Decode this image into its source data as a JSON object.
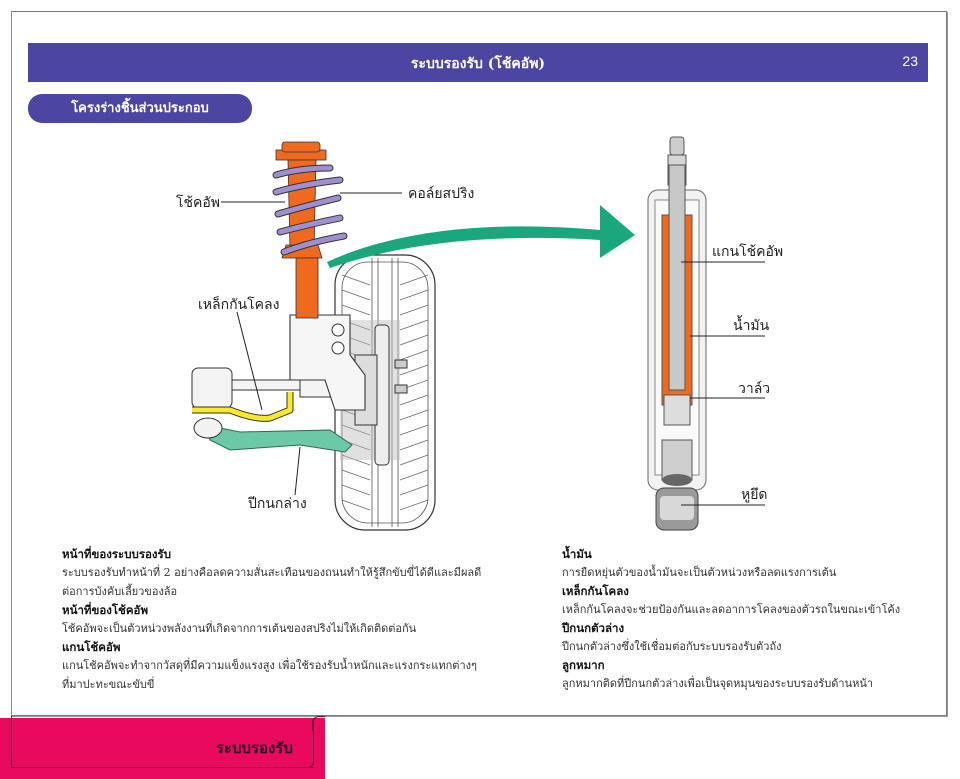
{
  "header": {
    "title": "ระบบรองรับ (โช้คอัพ)",
    "page_number": "23"
  },
  "section": {
    "title": "โครงร่างชิ้นส่วนประกอบ"
  },
  "diagram": {
    "left_labels": {
      "shock_absorber": "โช้คอัพ",
      "coil_spring": "คอล์ยสปริง",
      "stabilizer_bar": "เหล็กกันโคลง",
      "lower_arm": "ปีกนกล่าง"
    },
    "right_labels": {
      "piston_rod": "แกนโช้คอัพ",
      "oil": "น้ำมัน",
      "valve": "วาล์ว",
      "mounting_eye": "หูยึด"
    },
    "colors": {
      "strut": "#ef6a1f",
      "spring": "#a08fd0",
      "stabilizer": "#f5e92a",
      "lower_arm": "#6cc9a8",
      "arrow": "#1aa77d",
      "oil": "#ef6a1f"
    }
  },
  "left_column": [
    {
      "heading": "หน้าที่ของระบบรองรับ",
      "body": "ระบบรองรับทำหน้าที่ 2 อย่างคือลดความสั่นสะเทือนของถนนทำให้รู้สึกขับขี่ได้ดีและมีผลดีต่อการบังคับเลี้ยวของล้อ"
    },
    {
      "heading": "หน้าที่ของโช้คอัพ",
      "body": "โช้คอัพจะเป็นตัวหน่วงพลังงานที่เกิดจากการเต้นของสปริงไม่ให้เกิดติดต่อกัน"
    },
    {
      "heading": "แกนโช้คอัพ",
      "body": "แกนโช้คอัพจะทำจากวัสดุที่มีความแข็งแรงสูง เพื่อใช้รองรับน้ำหนักและแรงกระแทกต่างๆ ที่มาปะทะขณะขับขี่"
    }
  ],
  "right_column": [
    {
      "heading": "น้ำมัน",
      "body": "การยืดหยุ่นตัวของน้ำมันจะเป็นตัวหน่วงหรือลดแรงการเต้น"
    },
    {
      "heading": "เหล็กกันโคลง",
      "body": "เหล็กกันโคลงจะช่วยป้องกันและลดอาการโคลงของตัวรถในขณะเข้าโค้ง"
    },
    {
      "heading": "ปีกนกตัวล่าง",
      "body": "ปีกนกตัวล่างซึ่งใช้เชื่อมต่อกับระบบรองรับตัวถัง"
    },
    {
      "heading": "ลูกหมาก",
      "body": "ลูกหมากติดที่ปีกนกตัวล่างเพื่อเป็นจุดหมุนของระบบรองรับด้านหน้า"
    }
  ],
  "footer": {
    "tab_label": "ระบบรองรับ",
    "tab_color": "#e90a5f"
  }
}
